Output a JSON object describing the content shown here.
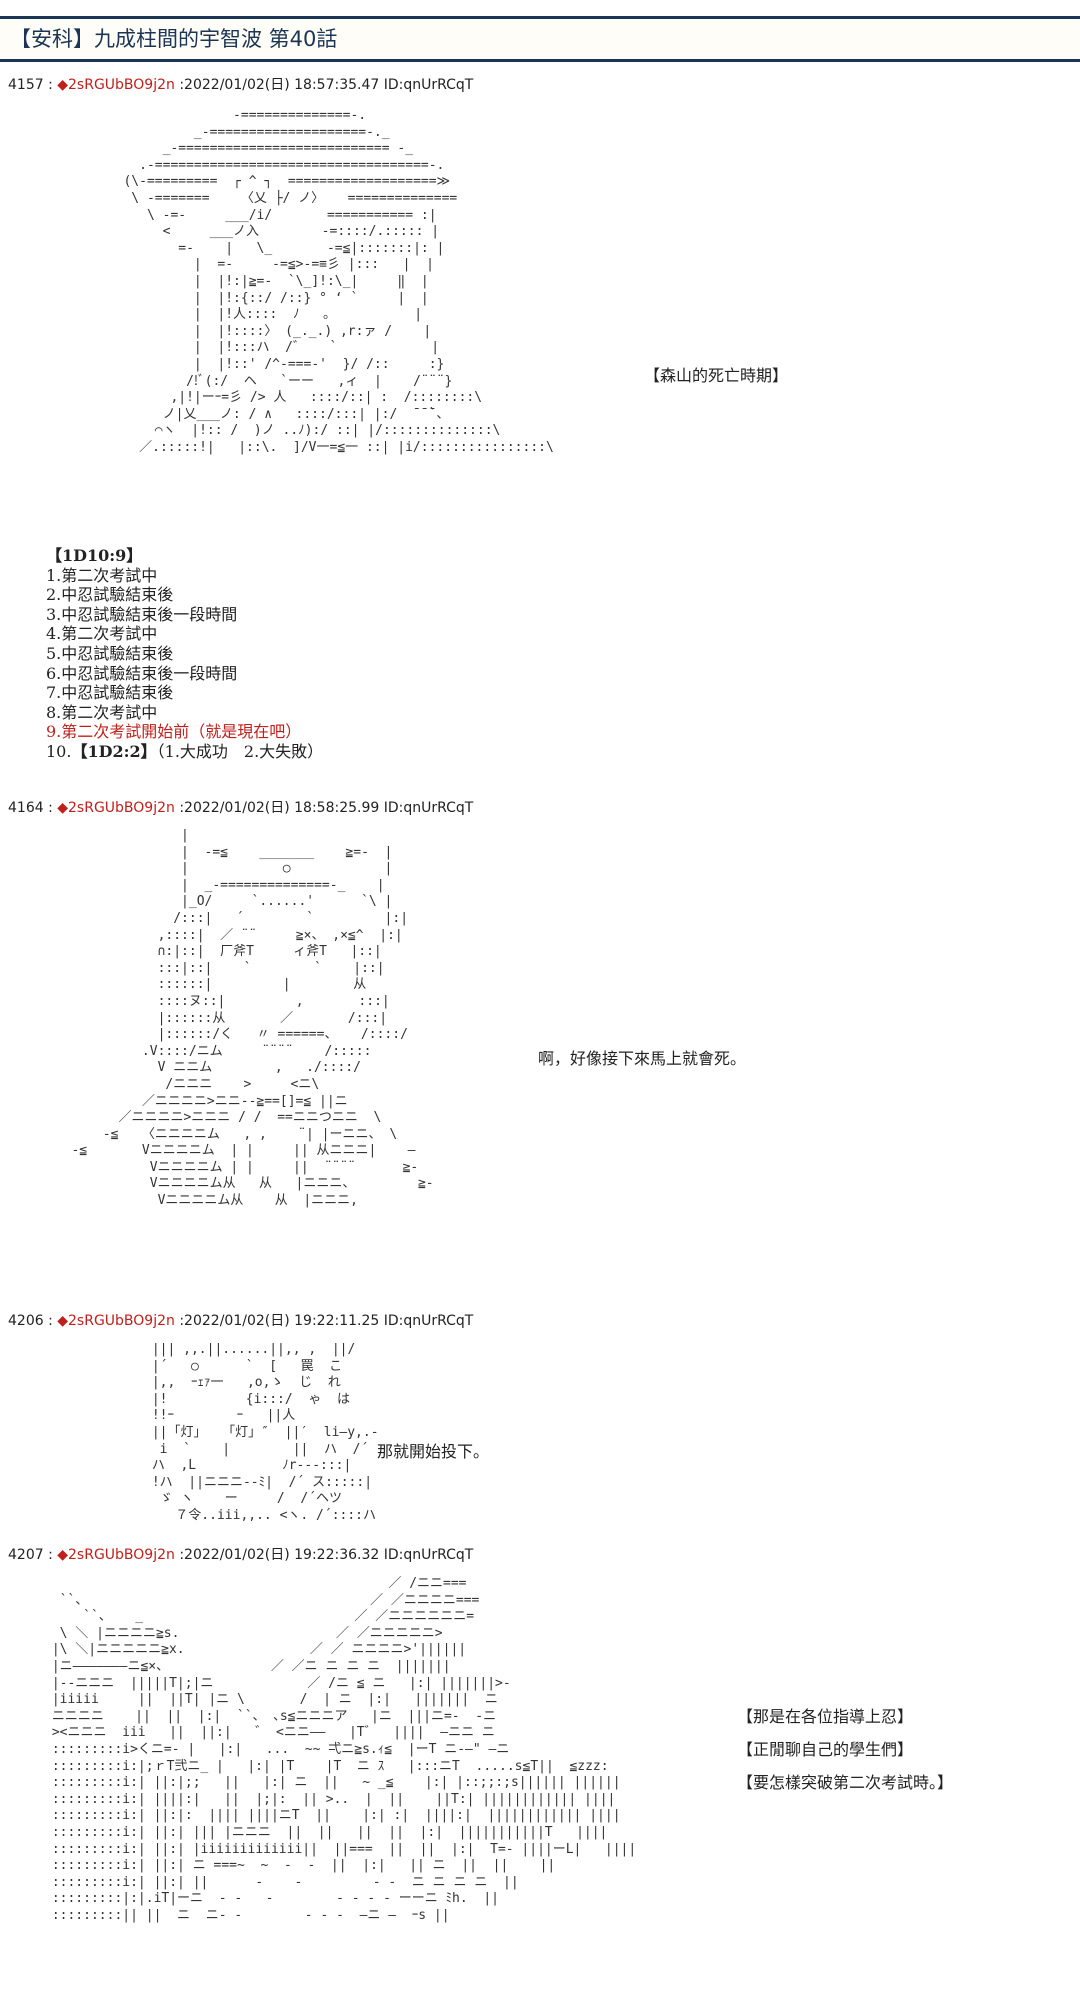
{
  "title": "【安科】九成柱間的宇智波 第40話",
  "posts": [
    {
      "num": "4157 :",
      "trip": "◆2sRGUbBO9j2n",
      "meta": ":2022/01/02(日) 18:57:35.47 ID:qnUrRCqT",
      "aa": [
        "                 -==============-.",
        "            _-====================-._",
        "        _-=========================== -_",
        "     .-===================================-.",
        "   (\\-=========  ┌ ^ ┐  ===================≫",
        "    \\ -=======    〈乂 ├/ ノ〉   ==============",
        "      \\ -=-     ___/i/       =========== :|",
        "        <     ___ノ入        -=::::/.::::: |",
        "          =-    |   \\_       -=≦|:::::::|: |",
        "            |  =-     -=≦>-=≡彡 |:::   |  |",
        "            |  |!:|≧=-  `\\_]!:\\_|     ‖  |",
        "            |  |!:{::/ /::} ° ‘ `     |  |",
        "            |  |!人::::  ﾉ   。          |",
        "            |  |!::::〉 (_._.) ,r:ァ /    |",
        "            |  |!:::ハ  /゛   `            |",
        "            |  |!::' /^-===-'  }/ /::     :}",
        "           /!ﾞ(:/  ヘ   `ーー   ,ィ  |    /¨¨¨}",
        "         ,|!|ーｰ=彡 /> 人   ::::/::| :  /::::::::\\",
        "        ノ|乂___ノ: / ∧   ::::/:::| |:/  ̄ ̄ ̄`、",
        "       ⌒ヽ  |!:: /  )ノ ..ﾉ):/ ::| |/::::::::::::::\\",
        "     ／.:::::!|   |::\\.  ]/V一=≦一 ::| |i/::::::::::::::::\\"
      ],
      "side": "【森山的死亡時期】",
      "list_header": "【1D10:9】",
      "list": [
        "1.第二次考試中",
        "2.中忍試驗結束後",
        "3.中忍試驗結束後一段時間",
        "4.第二次考試中",
        "5.中忍試驗結束後",
        "6.中忍試驗結束後一段時間",
        "7.中忍試驗結束後",
        "8.第二次考試中",
        "9.第二次考試開始前（就是現在吧）",
        "10."
      ],
      "list_last_bold": "【1D2:2】",
      "list_last_rest": "（1.大成功　2.大失敗）"
    },
    {
      "num": "4164 :",
      "trip": "◆2sRGUbBO9j2n",
      "meta": ":2022/01/02(日) 18:58:25.99 ID:qnUrRCqT",
      "aa": [
        "                 |",
        "                 |  -=≦    _______    ≧=-  |",
        "                 |            ○            |",
        "                 |  _-==============-_    |",
        "                 |_O/     `......'      `\\ |",
        "                /:::|   ´        `         |:|",
        "              ,::::|  ／ ¨¨     ≧×、 ,×≦^  |:|",
        "              ∩:|::|  厂斧T     ィ斧T   |::|",
        "              :::|::|    `        `    |::|",
        "              ::::::|         |        从",
        "              ::::ヌ::|         ,       :::|",
        "              |::::::从       ／       /:::|",
        "              |::::::/く   〃 ======、   /::::/",
        "            .V::::/ニム     ¨¨¨¨    /:::::",
        "              V ニニム        ,   ./::::/",
        "               /ニニニ    >     <ニ\\",
        "            ／ニニニニ>ニニ--≧==[]=≦ ||ニ",
        "         ／ニニニニ>ニニニ / /  ==ニニつニニ  \\",
        "       -≦   〈ニニニニム   , ,    ¨| |ーニニ、 \\",
        "   -≦       Vニニニニム  | |     || 从ニニニ|    ―",
        "             Vニニニニム | |     ||  ¨¨¨¨      ≧-",
        "             Vニニニニム从   从   |ニニニ、        ≧-",
        "              Vニニニニム从    从  |ニニニ,"
      ],
      "side": "啊，好像接下來馬上就會死。"
    },
    {
      "num": "4206 :",
      "trip": "◆2sRGUbBO9j2n",
      "meta": ":2022/01/02(日) 19:22:11.25 ID:qnUrRCqT",
      "aa": [
        " ||| ,,.||......||,, ,  ||/",
        " |´   ○      `  [   罠  こ",
        " |,,  ｰｪｧ一   ,o,ゝ  じ  れ",
        " |!          {i:::/  ゃ  は",
        " !!ｰ        ｰ   ||人",
        " ||「灯」  「灯」″  ||′  li―y,.-",
        "  i  `    |        ||  ハ  /´",
        " ハ  ,L           ﾉr---:::|",
        " !ハ  ||ニニニ--ﾐ|  /´ ス:::::|",
        "  ゞ ヽ    ー     /  /´ヘツ",
        "    ７令..iii,,.. <ヽ. /´::::ハ"
      ],
      "side": "那就開始投下。"
    },
    {
      "num": "4207 :",
      "trip": "◆2sRGUbBO9j2n",
      "meta": ":2022/01/02(日) 19:22:36.32 ID:qnUrRCqT",
      "aa": [
        "                                            ／ /ニニ=== ",
        "  ``、                                    ／ ／ニニニニ===",
        "     ``、   _                           ／ ／ニニニニニニ=",
        "  \\ ＼ |ニニニニ≧s.                    ／ ／ニニニニニ>",
        " |\\ ＼|ニニニニニ≧x.                ／ ／ ニニニニ>'||||||",
        " |ニ―――――――ニ≦×、             ／ ／ニ ニ ニ ニ  |||||||",
        " |--ニニニ  |||||T|;|ニ            ／ /ニ ≦ ニ   |:| |||||||>-",
        " |iiiii     ||  ||T| |ニ \\       /  | ニ  |:|   |||||||  ニ",
        " ニニニニ    ||  ||  |:|  ``、 ､s≦ニニニア   |ニ  |||ニ=-  -ニ",
        " ><ニニニ  iii   ||  ||:|   ゛ <ニニ――   |T゛  ||||  ―ニニ ニ",
        " :::::::::i>くニ=- |   |:|   ...  ~~ 弌ニ≧s.ｨ≦  |ーT ニ-―\" ―ニ",
        " :::::::::i:|;ｒT弐ニ_ |   |:| |T    |T  ニ ｽ   |:::ニT  .....s≦T||  ≦zzz:",
        " :::::::::i:| ||:|;;   ||   |:| ニ  ||   ~ _≦    |:| |::;;:;s|||||| ||||||  ",
        " :::::::::i:| ||||:|   ||  |;|:  || >..  |  ||    ||T:| |||||||||||| ||||  ",
        " :::::::::i:| ||:|:  |||| ||||ニT  ||    |:| :|  ||||:|  |||||||||||| ||||",
        " :::::::::i:| ||:| ||| |ニニニ  ||  ||   ||  ||  |:|  |||||||||||T   ||||",
        " :::::::::i:| ||:| |iiiiiiiiiiiii||  ||===  ||  ||  |:|  T=- ||||ーL|   ||||",
        " :::::::::i:| ||:| ニ ===~  ~  -  -  ||  |:|   || ニ  ||  ||    ||",
        " :::::::::i:| ||:| ||      -    -         - -  ニ ニ ニ ニ  ||",
        " :::::::::|:|.iT|ーニ  - -   -        - - - - ーーニ ﾐh.  ||",
        " :::::::::|| ||  ニ  ニ- -        - - -  ―ニ ―  ｰs ||"
      ],
      "side_lines": [
        "【那是在各位指導上忍】",
        "【正閒聊自己的學生們】",
        "【要怎樣突破第二次考試時。】"
      ]
    }
  ]
}
